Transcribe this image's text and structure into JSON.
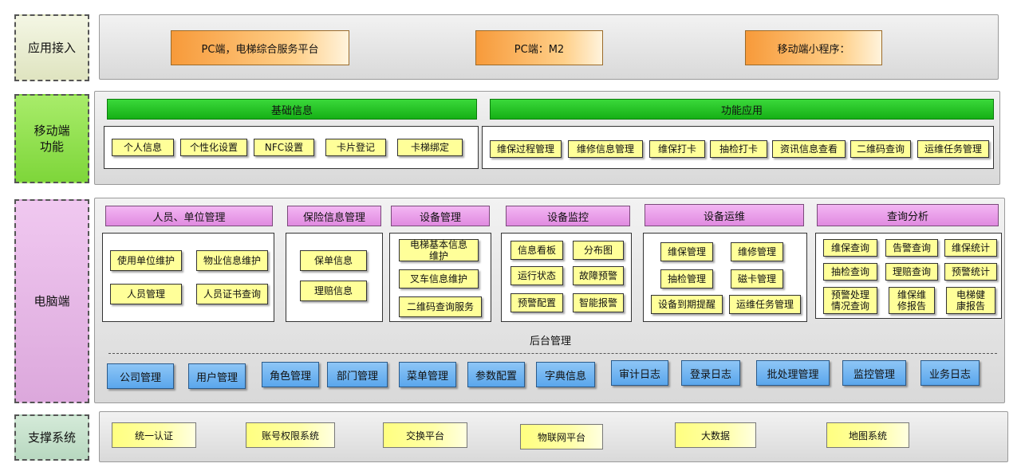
{
  "rows": {
    "app_access": {
      "label": "应用接入",
      "items": [
        "PC端，电梯综合服务平台",
        "PC端：M2",
        "移动端小程序："
      ]
    },
    "mobile": {
      "label": "移动端\n功能",
      "basic": {
        "header": "基础信息",
        "items": [
          "个人信息",
          "个性化设置",
          "NFC设置",
          "卡片登记",
          "卡梯绑定"
        ]
      },
      "func": {
        "header": "功能应用",
        "items": [
          "维保过程管理",
          "维修信息管理",
          "维保打卡",
          "抽检打卡",
          "资讯信息查看",
          "二维码查询",
          "运维任务管理"
        ]
      }
    },
    "pc": {
      "label": "电脑端",
      "groups": [
        {
          "header": "人员、单位管理",
          "items": [
            "使用单位维护",
            "物业信息维护",
            "人员管理",
            "人员证书查询"
          ]
        },
        {
          "header": "保险信息管理",
          "items": [
            "保单信息",
            "理赔信息"
          ]
        },
        {
          "header": "设备管理",
          "items": [
            "电梯基本信息维护",
            "叉车信息维护",
            "二维码查询服务"
          ]
        },
        {
          "header": "设备监控",
          "items": [
            "信息看板",
            "分布图",
            "运行状态",
            "故障预警",
            "预警配置",
            "智能报警"
          ]
        },
        {
          "header": "设备运维",
          "items": [
            "维保管理",
            "维修管理",
            "抽检管理",
            "磁卡管理",
            "设备到期提醒",
            "运维任务管理"
          ]
        },
        {
          "header": "查询分析",
          "items": [
            "维保查询",
            "告警查询",
            "维保统计",
            "抽检查询",
            "理赔查询",
            "预警统计",
            "预警处理情况查询",
            "维保维修报告",
            "电梯健康报告"
          ]
        }
      ],
      "backend": {
        "title": "后台管理",
        "items": [
          "公司管理",
          "用户管理",
          "角色管理",
          "部门管理",
          "菜单管理",
          "参数配置",
          "字典信息",
          "审计日志",
          "登录日志",
          "批处理管理",
          "监控管理",
          "业务日志"
        ]
      }
    },
    "support": {
      "label": "支撑系统",
      "items": [
        "统一认证",
        "账号权限系统",
        "交换平台",
        "物联网平台",
        "大数据",
        "地图系统"
      ]
    }
  },
  "colors": {
    "app_label_bg": "#e8ecd0",
    "mobile_label_bg": "#8ee04a",
    "pc_label_bg": "#e8b8e8",
    "support_label_bg": "#c4e0cc"
  }
}
